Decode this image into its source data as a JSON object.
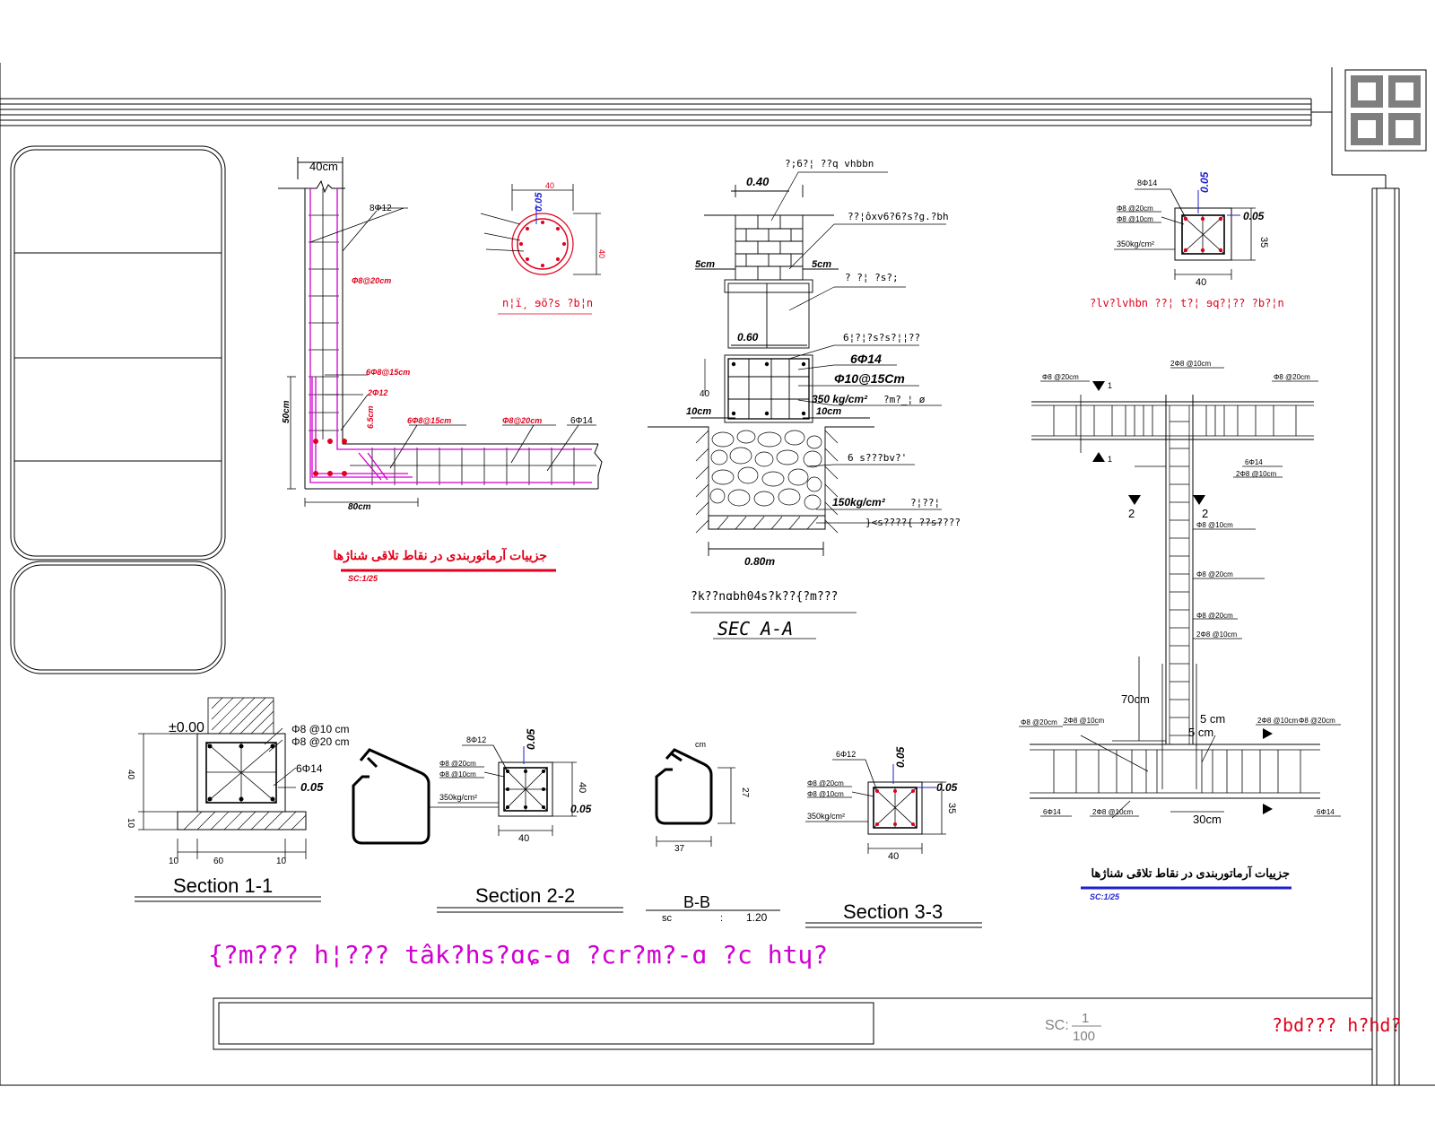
{
  "colors": {
    "line": "#000000",
    "red": "#e0001b",
    "magenta": "#d000d0",
    "blue": "#1f1fd0",
    "gray": "#808080"
  },
  "wall_corner": {
    "dim_top": "40cm",
    "bar_top": "8Φ12",
    "stirrup_top": "Φ8@20cm",
    "stirrup_mid": "6Φ8@15cm",
    "corner_bars": "2Φ12",
    "dim_left": "50cm",
    "dim_small": "6.5cm",
    "stirrup_bottom_left": "6Φ8@15cm",
    "stirrup_bottom_right": "Φ8@20cm",
    "bar_right": "6Φ14",
    "dim_bottom": "80cm",
    "title": "جزییات آرماتوربندی در نقاط تلاقی شناژها",
    "scale": "SC:1/25"
  },
  "round_col": {
    "dim_cover": "0.05",
    "dim_top": "40",
    "dim_right": "40",
    "caption": "n¦ï¸ ɘõ?s ?b¦n"
  },
  "sec_aa": {
    "label_top": "?;6?¦ ??q vhbbn",
    "dim_040": "0.40",
    "label_brick": "??¦ôxv6?6?s?g.?bh",
    "dim_5cm_l": "5cm",
    "dim_5cm_r": "5cm",
    "label_beam": "? ?¦ ?s?;",
    "dim_060": "0.60",
    "label_bars": "6¦?¦?s?s?¦¦??",
    "rebar_main": "6Φ14",
    "stirrup": "Φ10@15Cm",
    "concrete_350": "350 kg/cm²",
    "concrete_350_note": "?m?_¦ ø",
    "dim_40": "40",
    "dim_10cm_l": "10cm",
    "dim_10cm_r": "10cm",
    "label_stone": "6 s???bv?'",
    "concrete_150": "150kg/cm²",
    "concrete_150_note": "?¦??¦",
    "label_sub": "}<s????{ ??s????",
    "dim_080": "0.80m",
    "caption_small": "?k??nɑbh04s?k??{?m???",
    "caption": "SEC A-A"
  },
  "top_right_col": {
    "dim_cover_top": "0.05",
    "bar": "8Φ14",
    "stirrup_a": "Φ8 @20cm",
    "stirrup_b": "Φ8 @10cm",
    "concrete": "350kg/cm²",
    "dim_cover_right": "0.05",
    "dim_right": "35",
    "dim_bottom": "40",
    "caption": "?lv?lvhbn ??¦ t?¦ ɘq?¦?? ?b?¦n"
  },
  "t_junction": {
    "stir_top_left": "Φ8 @20cm",
    "stir_top_center": "2Φ8 @10cm",
    "stir_top_right": "Φ8 @20cm",
    "cut_mark": "1",
    "bar_a": "6Φ14",
    "bar_b": "2Φ8 @10cm",
    "sec_mark": "2",
    "stir_v1": "Φ8 @10cm",
    "stir_v2": "Φ8 @20cm",
    "stir_v3": "Φ8 @20cm",
    "stir_v4": "2Φ8 @10cm",
    "dim_70": "70cm",
    "dim_5a": "5 cm",
    "dim_5b": "5 cm",
    "stir_low_1": "Φ8 @20cm",
    "stir_low_2": "2Φ8 @10cm",
    "stir_low_3": "2Φ8 @10cm",
    "stir_low_4": "Φ8 @20cm",
    "bar_low_l": "6Φ14",
    "stir_low_center": "2Φ8 @10cm",
    "dim_30": "30cm",
    "bar_low_r": "6Φ14",
    "title": "جزییات آرماتوربندی در نقاط تلاقی شناژها",
    "scale": "SC:1/25"
  },
  "section_11": {
    "level": "±0.00",
    "stir_a": "Φ8 @10 cm",
    "stir_b": "Φ8 @20 cm",
    "bar": "6Φ14",
    "cover": "0.05",
    "dim_40": "40",
    "dim_10": "10",
    "dim_b1": "10",
    "dim_b2": "60",
    "dim_b3": "10",
    "title": "Section 1-1"
  },
  "section_22": {
    "bar": "8Φ12",
    "cover_top": "0.05",
    "stir_a": "Φ8 @20cm",
    "stir_b": "Φ8 @10cm",
    "concrete": "350kg/cm²",
    "dim_right": "40",
    "cover_right": "0.05",
    "dim_bottom": "40",
    "title": "Section 2-2"
  },
  "section_bb": {
    "cm": "cm",
    "dim_h": "27",
    "dim_w": "37",
    "title": "B-B",
    "scale_sc": "sc",
    "scale_colon": ":",
    "scale_val": "1.20"
  },
  "section_33": {
    "bar": "6Φ12",
    "cover_top": "0.05",
    "stir_a": "Φ8 @20cm",
    "stir_b": "Φ8 @10cm",
    "concrete": "350kg/cm²",
    "cover_right": "0.05",
    "dim_right": "35",
    "dim_bottom": "40",
    "title": "Section 3-3"
  },
  "sheet_title": "{?m??? h¦??? tâk?hs?ɑɕ-ɑ ?cr?m?-ɑ ?c htɥ?",
  "title_block": {
    "scale_label": "SC:",
    "scale_num": "1",
    "scale_den": "100",
    "drawing_name": "?bd??? h?hd?"
  }
}
